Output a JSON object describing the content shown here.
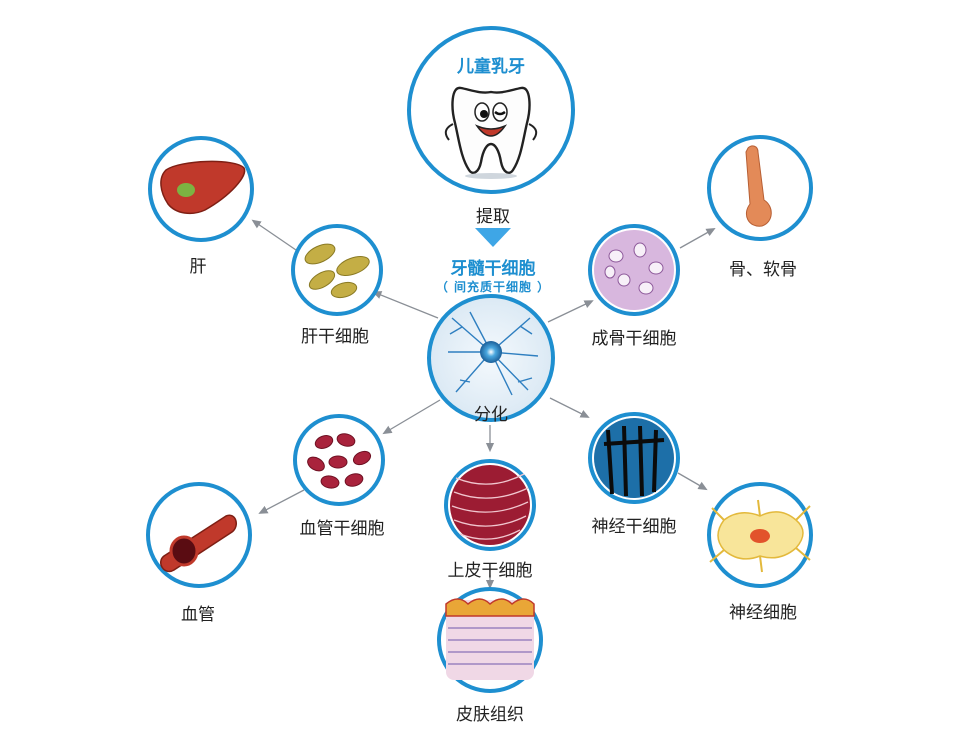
{
  "colors": {
    "ring": "#1e8fd0",
    "accent": "#1e8fd0",
    "arrow": "#8a8f96",
    "text": "#222222"
  },
  "top": {
    "title": "儿童乳牙",
    "extract_label": "提取"
  },
  "center": {
    "title": "牙髓干细胞",
    "subtitle": "（ 间充质干细胞 ）",
    "differentiate_label": "分化"
  },
  "nodes": {
    "liver_stem_cell": "肝干细胞",
    "liver": "肝",
    "bone_stem_cell": "成骨干细胞",
    "bone": "骨、软骨",
    "vessel_stem_cell": "血管干细胞",
    "vessel": "血管",
    "epithelial_stem_cell": "上皮干细胞",
    "skin": "皮肤组织",
    "neural_stem_cell": "神经干细胞",
    "neuron": "神经细胞"
  }
}
